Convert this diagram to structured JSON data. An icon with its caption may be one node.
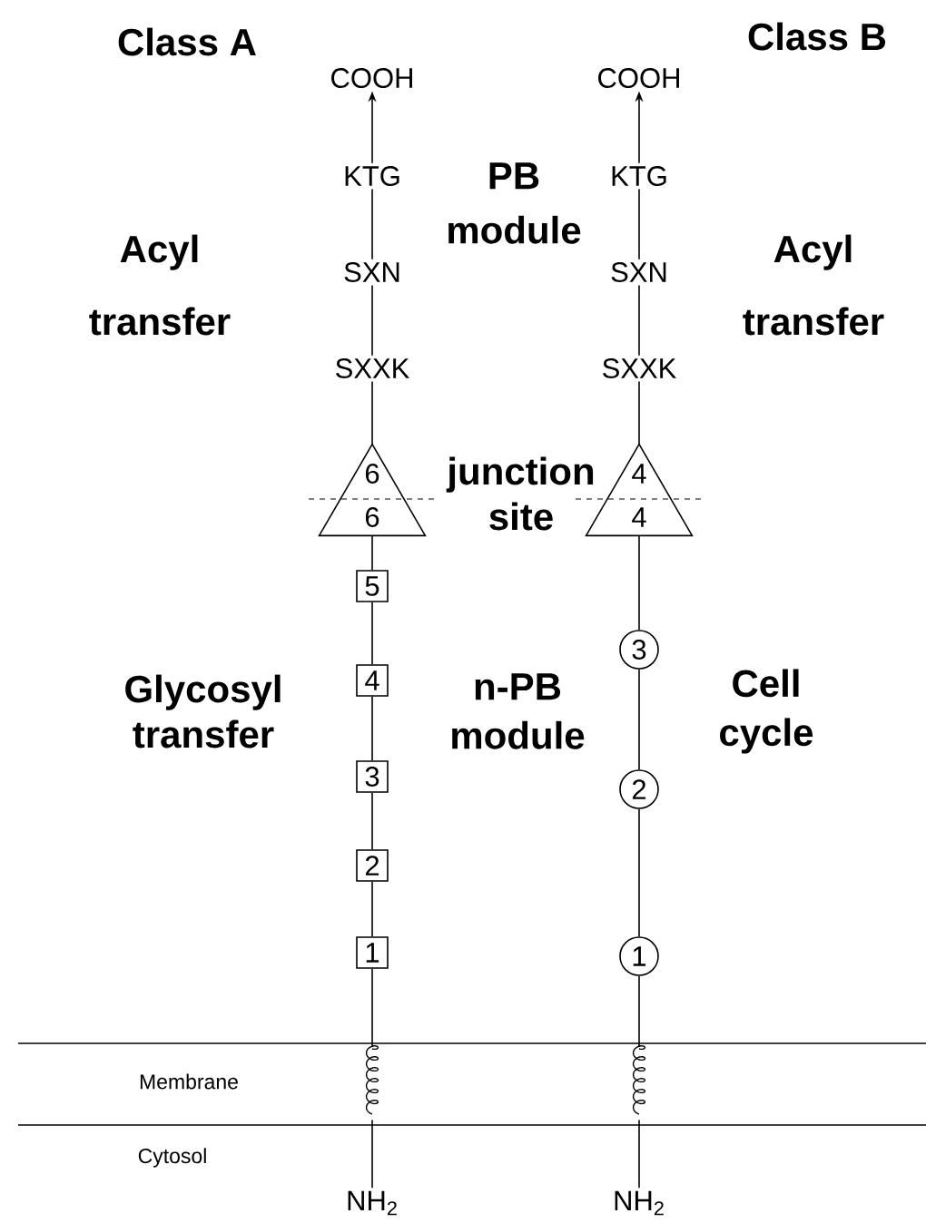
{
  "diagram": {
    "nodes": [
      {
        "text": [
          "COOH"
        ]
      },
      {
        "text": [
          "KTG"
        ]
      },
      {
        "text": [
          "SXN"
        ]
      },
      {
        "text": [
          "SXXK"
        ]
      },
      {
        "text": [
          "6",
          "6"
        ]
      },
      {
        "text": [
          "5"
        ]
      },
      {
        "text": [
          "4"
        ]
      },
      {
        "text": [
          "3"
        ]
      },
      {
        "text": [
          "2"
        ]
      },
      {
        "text": [
          "1"
        ]
      },
      {
        "text": [],
        "shape": "helix"
      },
      {
        "text": [
          "NH$_{2}$"
        ]
      },
      {
        "text": [
          "COOH"
        ]
      },
      {
        "text": [
          "KTG"
        ]
      },
      {
        "text": [
          "SXN"
        ]
      },
      {
        "text": [
          "SXXK"
        ]
      },
      {
        "text": [
          "4",
          "4"
        ]
      },
      {
        "text": [
          "3"
        ]
      },
      {
        "text": [
          "2"
        ]
      },
      {
        "text": [
          "1"
        ]
      },
      {
        "text": [],
        "shape": "helix"
      },
      {
        "text": [
          "NH$_{2}$"
        ]
      }
    ],
    "edges": [
      {
        "from": 1,
        "to": 0,
        "arrow": "to"
      },
      {
        "from": 2,
        "to": 1,
        "arrow": "none"
      },
      {
        "from": 3,
        "to": 2,
        "arrow": "none"
      },
      {
        "from": 4,
        "to": 3,
        "arrow": "none"
      },
      {
        "from": 5,
        "to": 4,
        "arrow": "none"
      },
      {
        "from": 6,
        "to": 5,
        "arrow": "none"
      },
      {
        "from": 7,
        "to": 6,
        "arrow": "none"
      },
      {
        "from": 8,
        "to": 7,
        "arrow": "none"
      },
      {
        "from": 9,
        "to": 8,
        "arrow": "none"
      },
      {
        "from": 10,
        "to": 9,
        "arrow": "none"
      },
      {
        "from": 11,
        "to": 10,
        "arrow": "none"
      },
      {
        "from": 13,
        "to": 12,
        "arrow": "to"
      },
      {
        "from": 14,
        "to": 13,
        "arrow": "none"
      },
      {
        "from": 15,
        "to": 14,
        "arrow": "none"
      },
      {
        "from": 16,
        "to": 15,
        "arrow": "none"
      },
      {
        "from": 17,
        "to": 16,
        "arrow": "none"
      },
      {
        "from": 18,
        "to": 17,
        "arrow": "none"
      },
      {
        "from": 19,
        "to": 18,
        "arrow": "none"
      },
      {
        "from": 20,
        "to": 19,
        "arrow": "none"
      },
      {
        "from": 21,
        "to": 20,
        "arrow": "none"
      }
    ],
    "labels": [
      "Class A",
      "Class B",
      "PB module",
      "Acyl transfer",
      "Acyl transfer",
      "junction site",
      "Glycosyl transfer",
      "n-PB module",
      "Cell cycle",
      "Membrane",
      "Cytosol"
    ]
  }
}
